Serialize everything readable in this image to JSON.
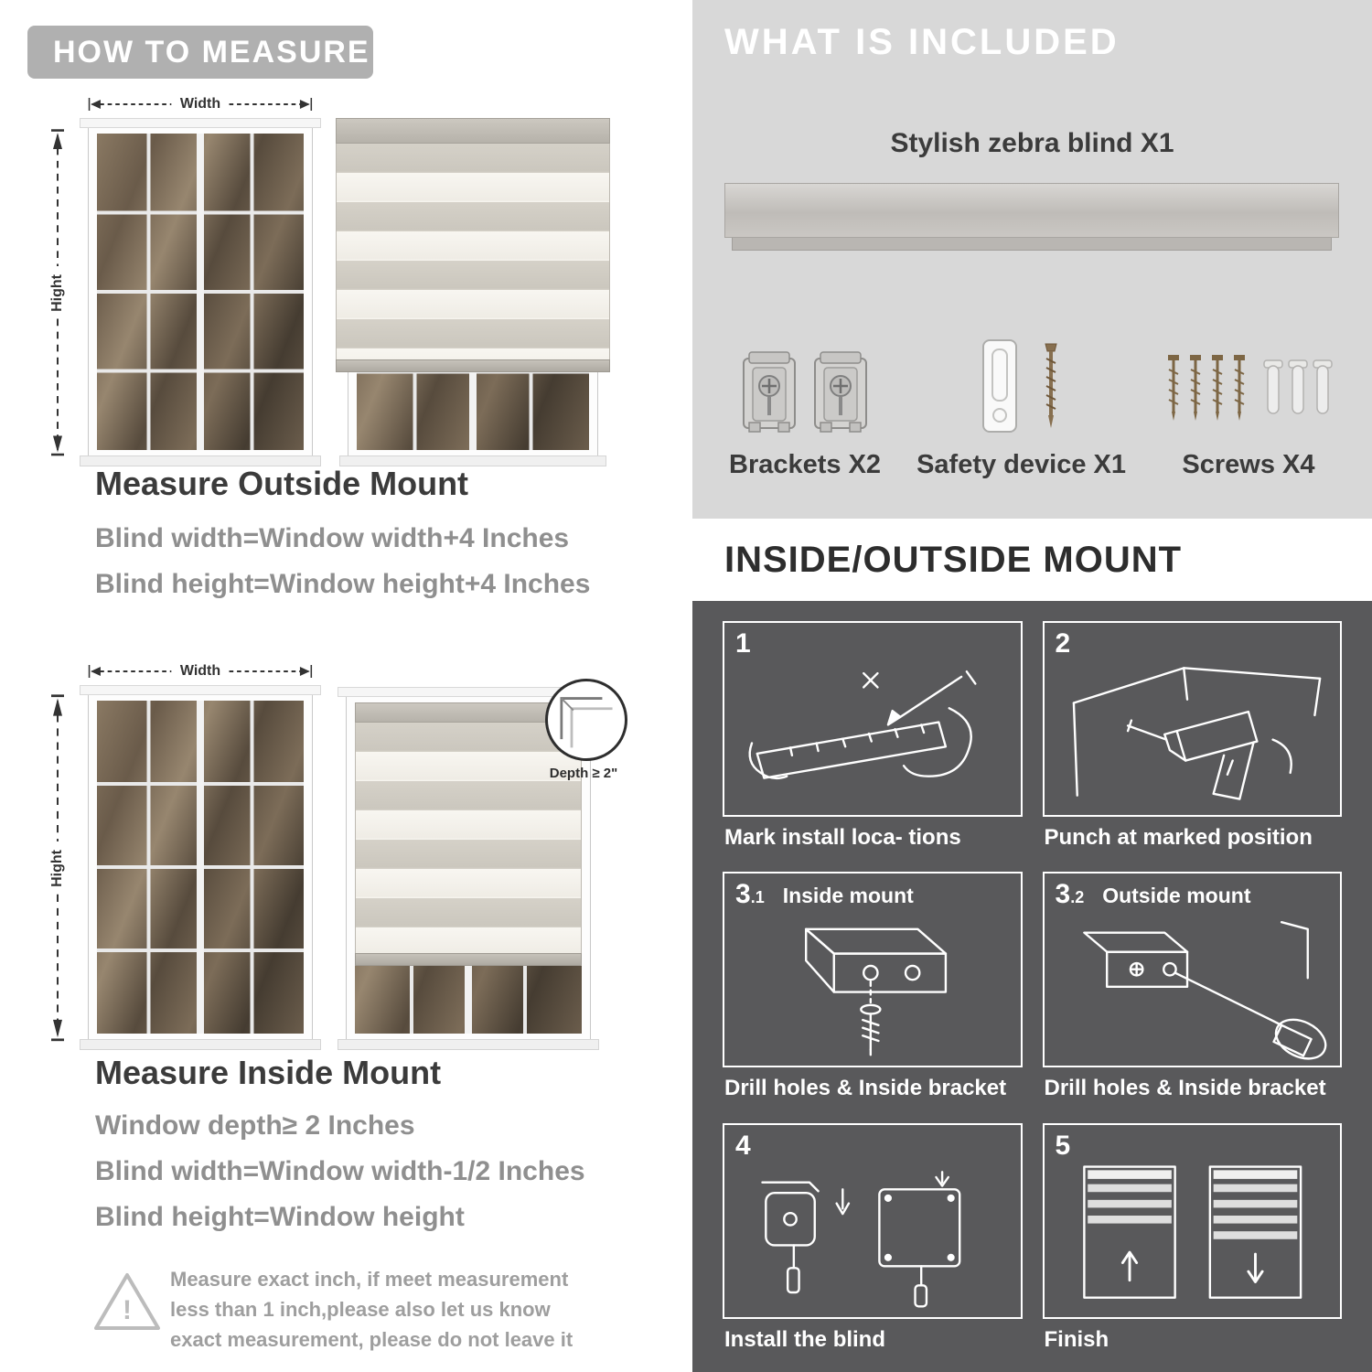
{
  "colors": {
    "header_pill": "#b0b0b0",
    "light_gray_bg": "#d8d8d8",
    "dark_bg": "#59595b",
    "title_text": "#3b3b3b",
    "gray_text": "#8f8f8f",
    "white_text": "#ffffff",
    "blind_stripe": "#d5d1c8",
    "blind_sheer": "#f8f6f1"
  },
  "left": {
    "header": "HOW TO MEASURE",
    "outside": {
      "width_label": "Width",
      "height_label": "Hight",
      "title": "Measure Outside Mount",
      "lines": [
        "Blind width=Window width+4 Inches",
        "Blind height=Window height+4 Inches"
      ]
    },
    "inside": {
      "width_label": "Width",
      "height_label": "Hight",
      "depth_callout": "Depth ≥ 2\"",
      "title": "Measure Inside Mount",
      "lines": [
        "Window depth≥ 2 Inches",
        "Blind width=Window width-1/2 Inches",
        "Blind height=Window height"
      ]
    },
    "warning": {
      "mark": "!",
      "text": "Measure exact inch, if meet measurement less than 1 inch,please also let us know exact measurement, please do not leave it"
    }
  },
  "right": {
    "included": {
      "header": "WHAT IS INCLUDED",
      "product_label": "Stylish zebra blind X1",
      "items": [
        {
          "label": "Brackets X2",
          "icon": "bracket-icon"
        },
        {
          "label": "Safety device X1",
          "icon": "safety-device-icon"
        },
        {
          "label": "Screws X4",
          "icon": "screws-icon"
        }
      ]
    },
    "mount": {
      "header": "INSIDE/OUTSIDE MOUNT",
      "steps": [
        {
          "num": "1",
          "sub": "",
          "label": "",
          "caption": "Mark install loca- tions",
          "icon": "mark-locations-illustration"
        },
        {
          "num": "2",
          "sub": "",
          "label": "",
          "caption": "Punch at  marked position",
          "icon": "drill-illustration"
        },
        {
          "num": "3",
          "sub": ".1",
          "label": "Inside mount",
          "caption": "Drill holes &  Inside bracket",
          "icon": "inside-bracket-illustration"
        },
        {
          "num": "3",
          "sub": ".2",
          "label": "Outside mount",
          "caption": "Drill holes &  Inside bracket",
          "icon": "outside-bracket-illustration"
        },
        {
          "num": "4",
          "sub": "",
          "label": "",
          "caption": "Install the blind",
          "icon": "install-blind-illustration"
        },
        {
          "num": "5",
          "sub": "",
          "label": "",
          "caption": "Finish",
          "icon": "finish-illustration"
        }
      ]
    }
  }
}
